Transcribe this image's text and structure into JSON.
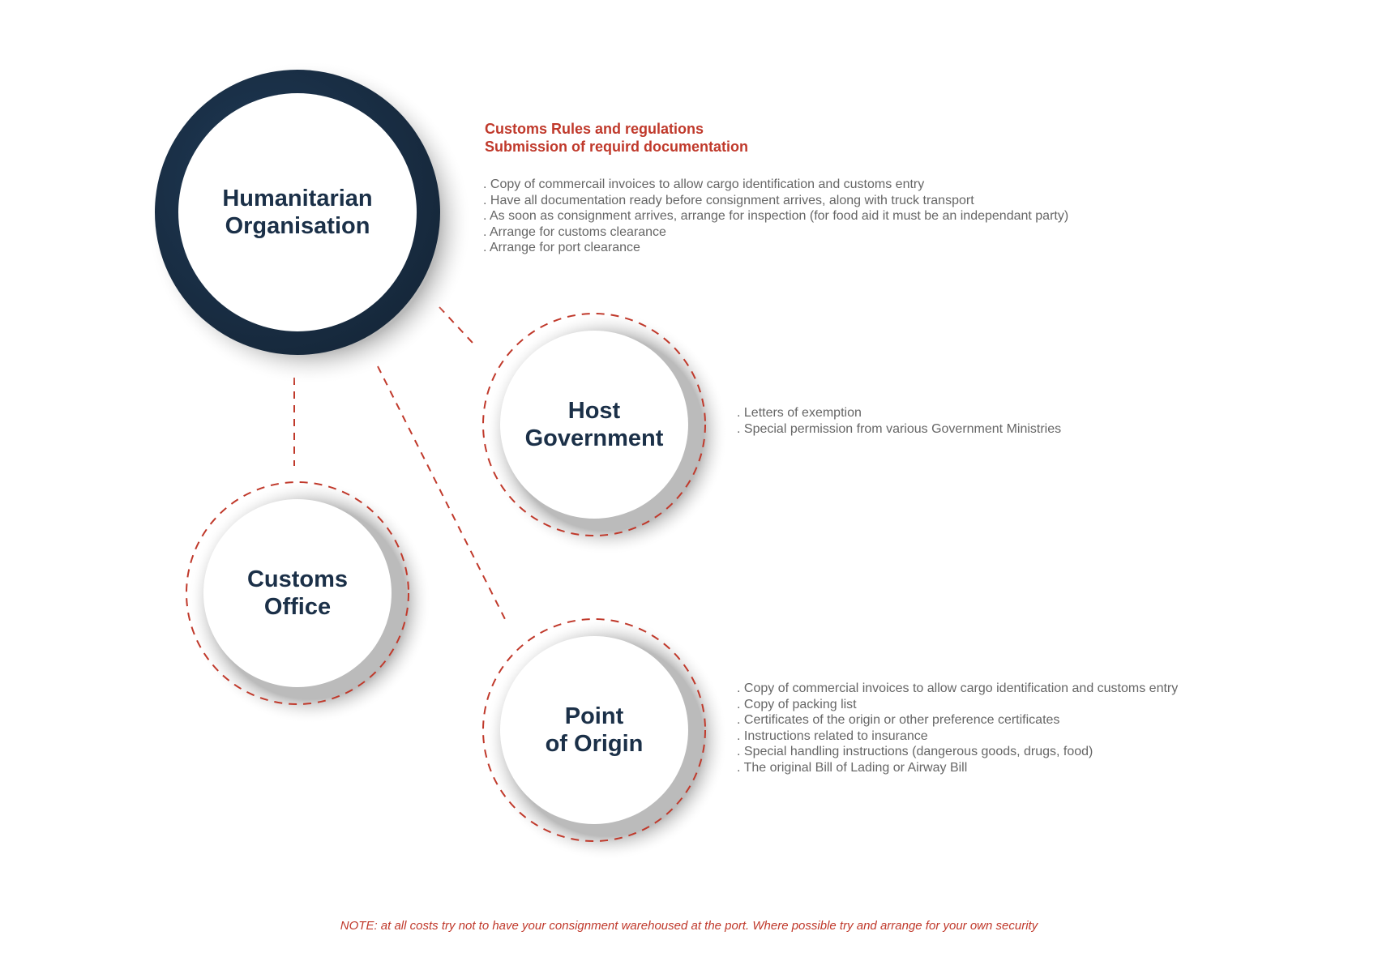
{
  "nodes": {
    "humanitarian": {
      "line1": "Humanitarian",
      "line2": "Organisation"
    },
    "host": {
      "line1": "Host",
      "line2": "Government"
    },
    "customs": {
      "line1": "Customs",
      "line2": "Office"
    },
    "origin": {
      "line1": "Point",
      "line2": "of Origin"
    }
  },
  "humanitarian_section": {
    "title_line1": "Customs Rules and regulations",
    "title_line2": "Submission of requird documentation",
    "items": [
      ". Copy of commercail invoices to allow cargo identification and customs entry",
      ". Have all documentation ready before consignment arrives, along with truck transport",
      ". As soon as consignment arrives, arrange for inspection (for food aid it must be an independant party)",
      ". Arrange for customs clearance",
      ". Arrange for port clearance"
    ]
  },
  "host_section": {
    "items": [
      ". Letters of exemption",
      ". Special permission from various Government Ministries"
    ]
  },
  "origin_section": {
    "items": [
      ". Copy of commercial invoices to allow cargo identification and customs entry",
      ". Copy of packing list",
      ". Certificates of the origin or other preference certificates",
      ". Instructions related to insurance",
      ". Special handling instructions (dangerous goods, drugs, food)",
      ". The original Bill of Lading or Airway Bill"
    ]
  },
  "note": "NOTE: at all costs try not to have your consignment warehoused at the port. Where possible try and arrange for your own security",
  "colors": {
    "navy": "#1b3048",
    "red": "#c0392b",
    "text_gray": "#666666"
  }
}
